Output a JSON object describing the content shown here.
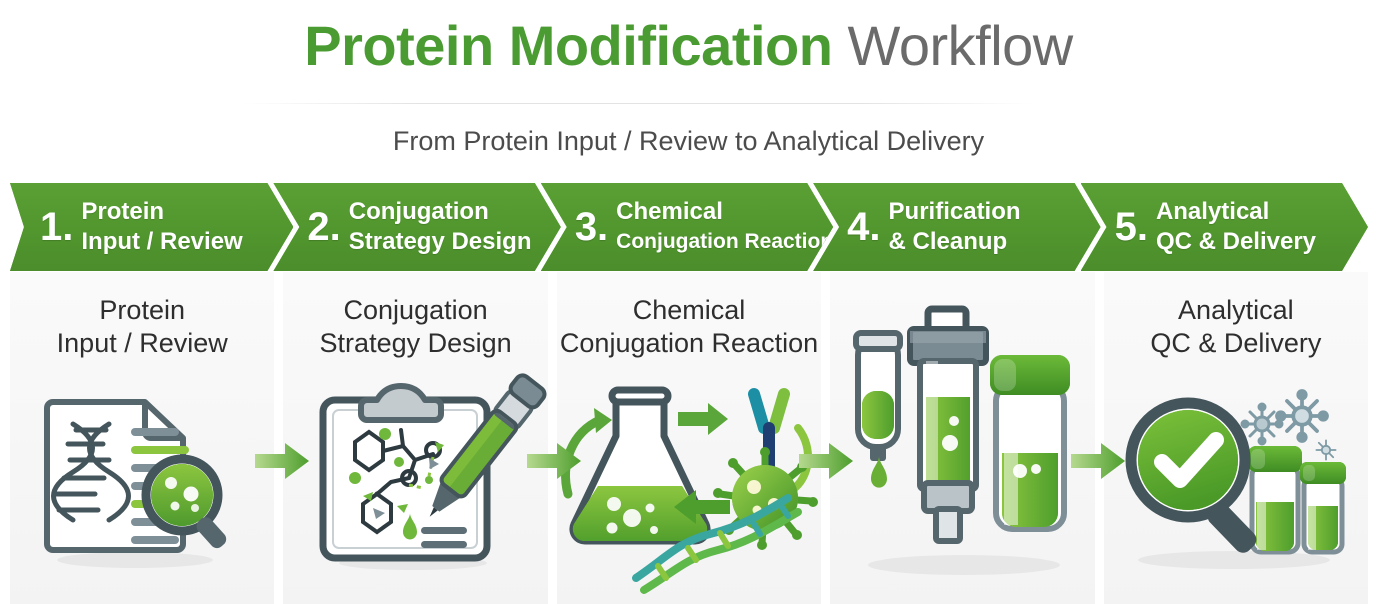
{
  "header": {
    "title_green": "Protein Modification",
    "title_gray": "Workflow",
    "subtitle": "From Protein Input / Review to Analytical Delivery"
  },
  "colors": {
    "brand_green": "#53982f",
    "title_green": "#4a9b32",
    "title_gray": "#6b6b6b",
    "card_bg": "#f6f6f6",
    "icon_outline": "#44555c",
    "accent_light_green": "#8cc63f",
    "arrow_green": "#5aa63a"
  },
  "steps": [
    {
      "number": "1.",
      "line1": "Protein",
      "line2": "Input / Review",
      "card_title_line1": "Protein",
      "card_title_line2": "Input / Review",
      "icon": "dna-document-magnifier-icon"
    },
    {
      "number": "2.",
      "line1": "Conjugation",
      "line2": "Strategy Design",
      "card_title_line1": "Conjugation",
      "card_title_line2": "Strategy Design",
      "icon": "clipboard-molecule-pen-icon"
    },
    {
      "number": "3.",
      "line1": "Chemical",
      "line2": "Conjugation Reaction",
      "card_title_line1": "Chemical",
      "card_title_line2": "Conjugation Reaction",
      "icon": "flask-antibody-virus-dna-icon"
    },
    {
      "number": "4.",
      "line1": "Purification",
      "line2": "& Cleanup",
      "card_title_line1": "",
      "card_title_line2": "",
      "icon": "column-vial-tube-icon"
    },
    {
      "number": "5.",
      "line1": "Analytical",
      "line2": "QC & Delivery",
      "card_title_line1": "Analytical",
      "card_title_line2": "QC & Delivery",
      "icon": "magnifier-check-vials-icon"
    }
  ],
  "connectors": [
    {
      "name": "arrow-step1-to-step2"
    },
    {
      "name": "arrow-step2-to-step3"
    },
    {
      "name": "arrow-step3-to-step4"
    },
    {
      "name": "arrow-step4-to-step5"
    }
  ]
}
